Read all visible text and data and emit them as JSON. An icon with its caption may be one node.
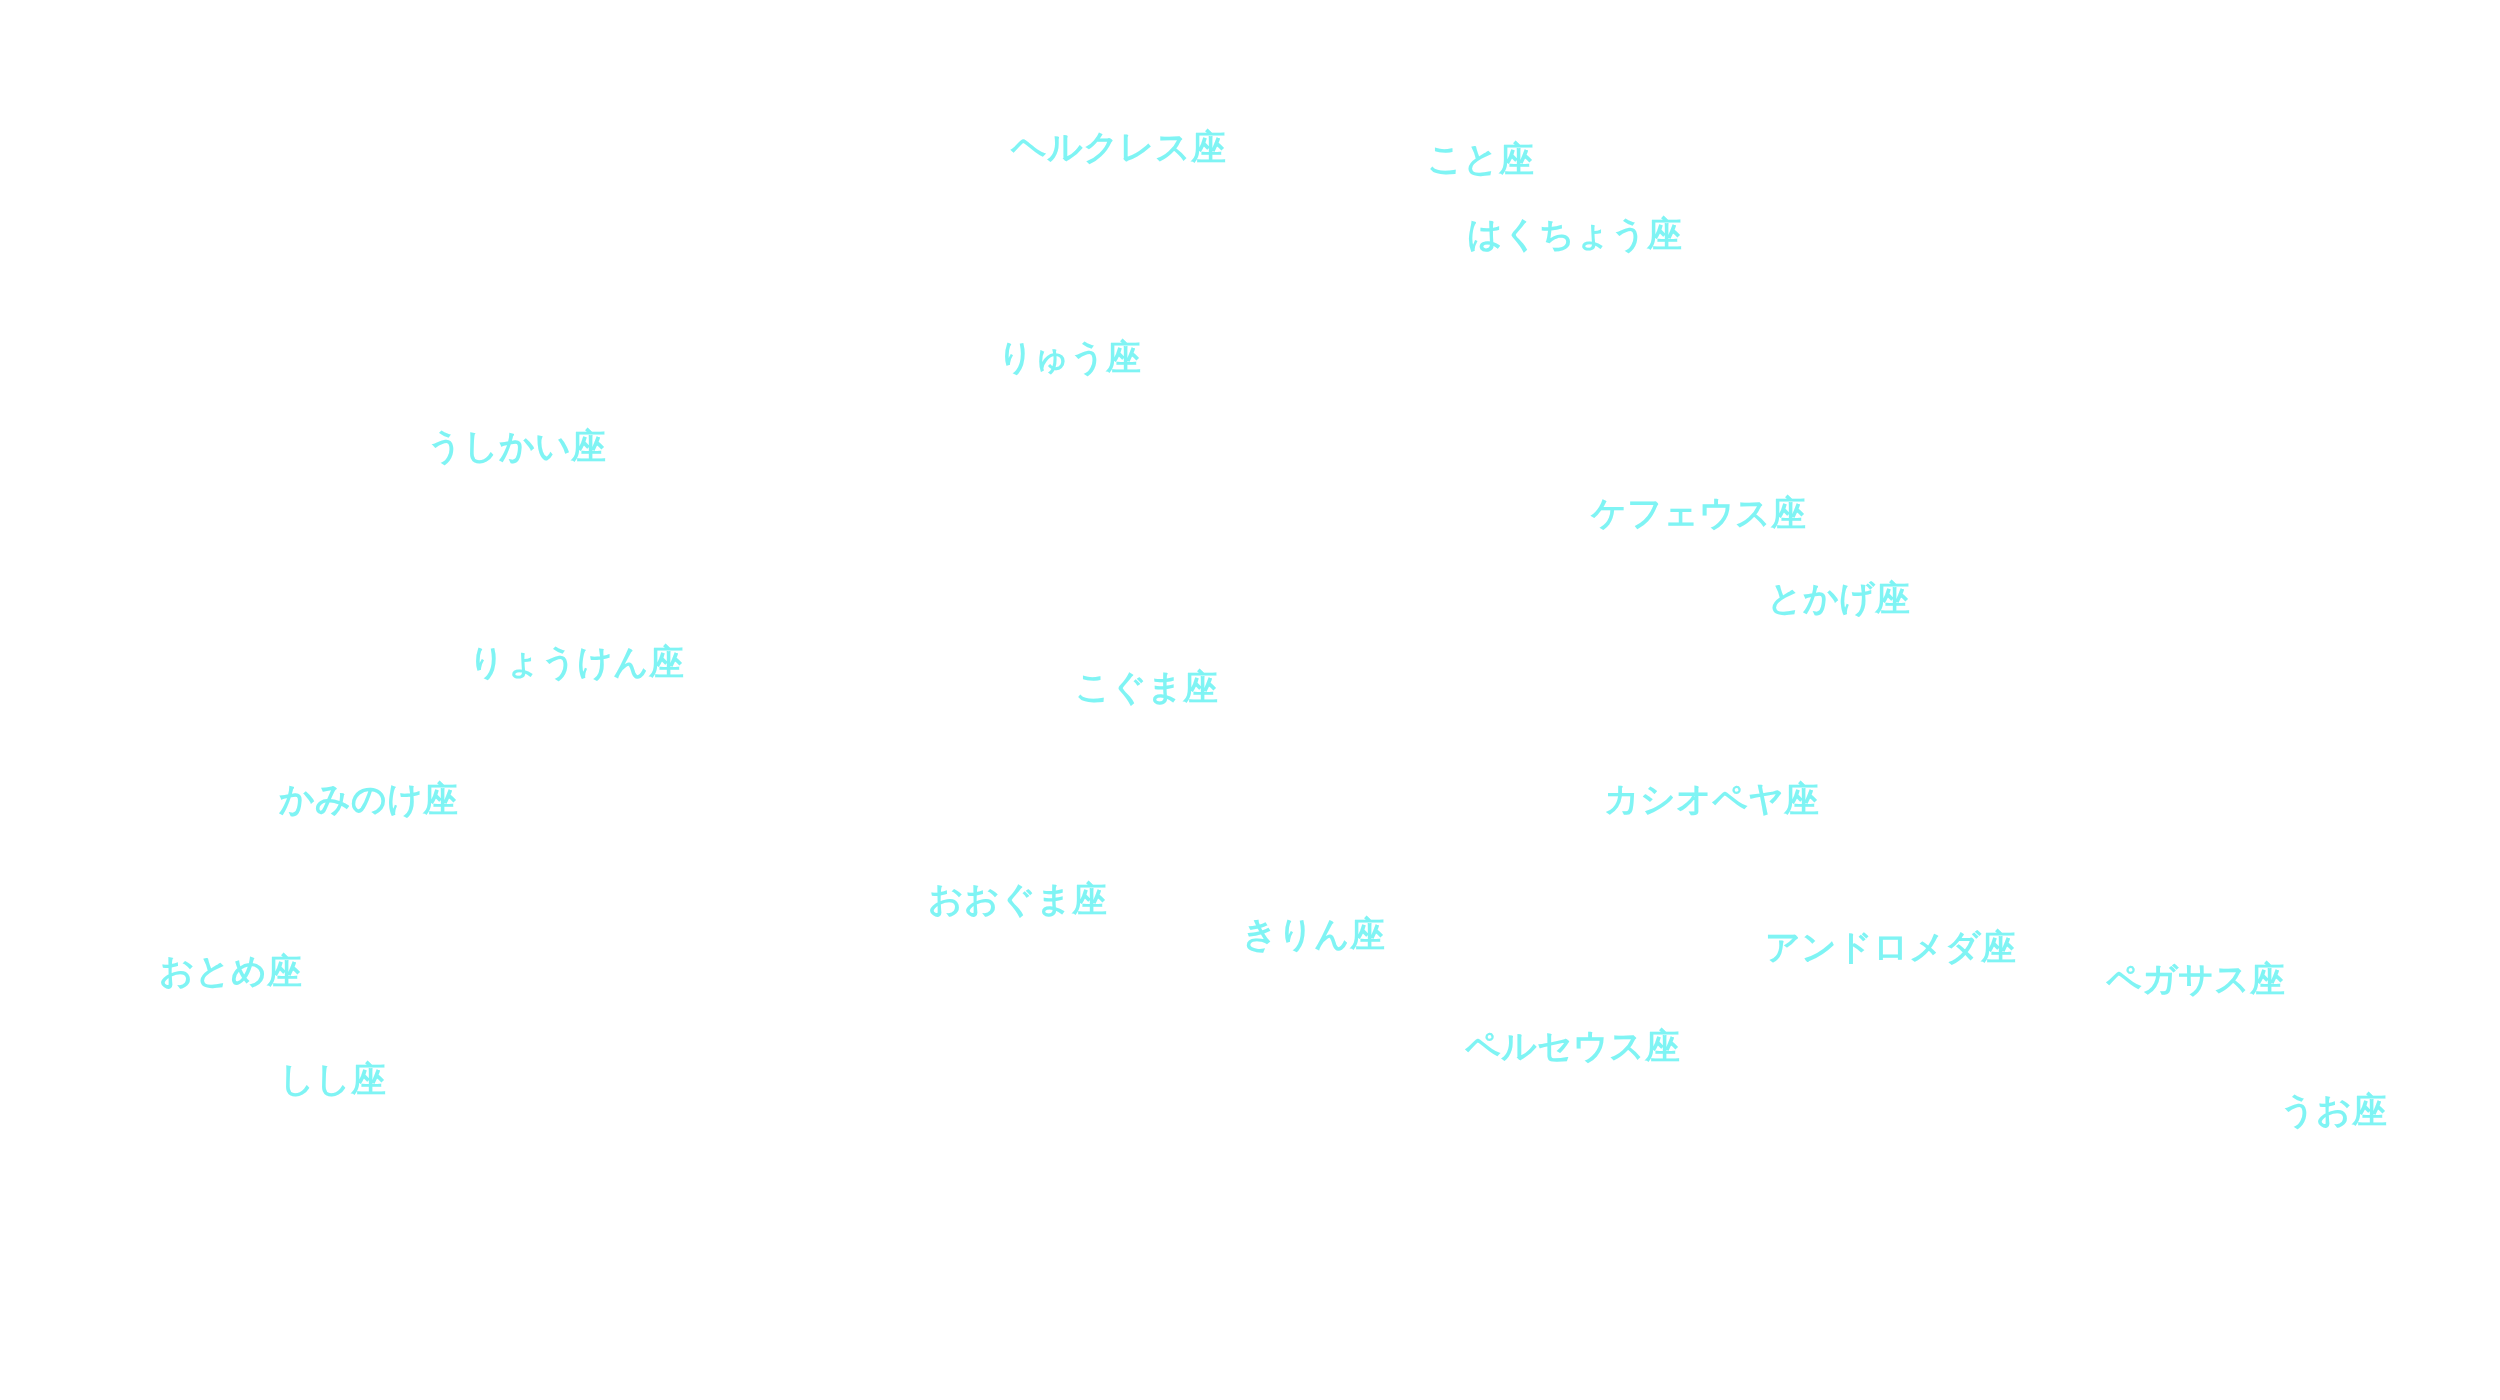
{
  "diagram": {
    "labels": [
      "ヘルクレス座",
      "こと座",
      "はくちょう座",
      "りゅう座",
      "うしかい座",
      "ケフェウス座",
      "とかげ座",
      "りょうけん座",
      "こぐま座",
      "かみのけ座",
      "カシオペヤ座",
      "おおぐま座",
      "きりん座",
      "アンドロメダ座",
      "おとめ座",
      "ペガサス座",
      "ペルセウス座",
      "しし座",
      "うお座"
    ]
  }
}
